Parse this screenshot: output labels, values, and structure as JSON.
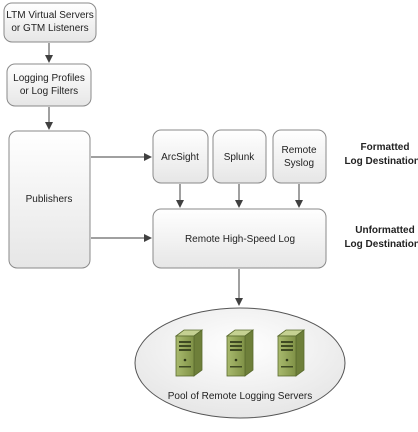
{
  "nodes": {
    "ltm_virtual_servers": {
      "lines": [
        "LTM Virtual Servers",
        "or GTM Listeners"
      ]
    },
    "logging_profiles": {
      "lines": [
        "Logging Profiles",
        "or Log Filters"
      ]
    },
    "publishers": {
      "label": "Publishers"
    },
    "arcsight": {
      "label": "ArcSight"
    },
    "splunk": {
      "label": "Splunk"
    },
    "remote_syslog": {
      "lines": [
        "Remote",
        "Syslog"
      ]
    },
    "remote_hsl": {
      "label": "Remote High-Speed Log"
    },
    "server_pool": {
      "label": "Pool of Remote Logging Servers"
    }
  },
  "annotations": {
    "formatted": [
      "Formatted",
      "Log Destinations"
    ],
    "unformatted": [
      "Unformatted",
      "Log Destinations"
    ]
  },
  "colors": {
    "box_fill_top": "#ffffff",
    "box_fill_bottom": "#e8e8e8",
    "box_stroke": "#8a8a8a",
    "arrow": "#404040",
    "server_green": "#8fa35a",
    "server_dark": "#5a6b2f"
  },
  "icons": [
    "server-icon",
    "server-icon",
    "server-icon"
  ]
}
